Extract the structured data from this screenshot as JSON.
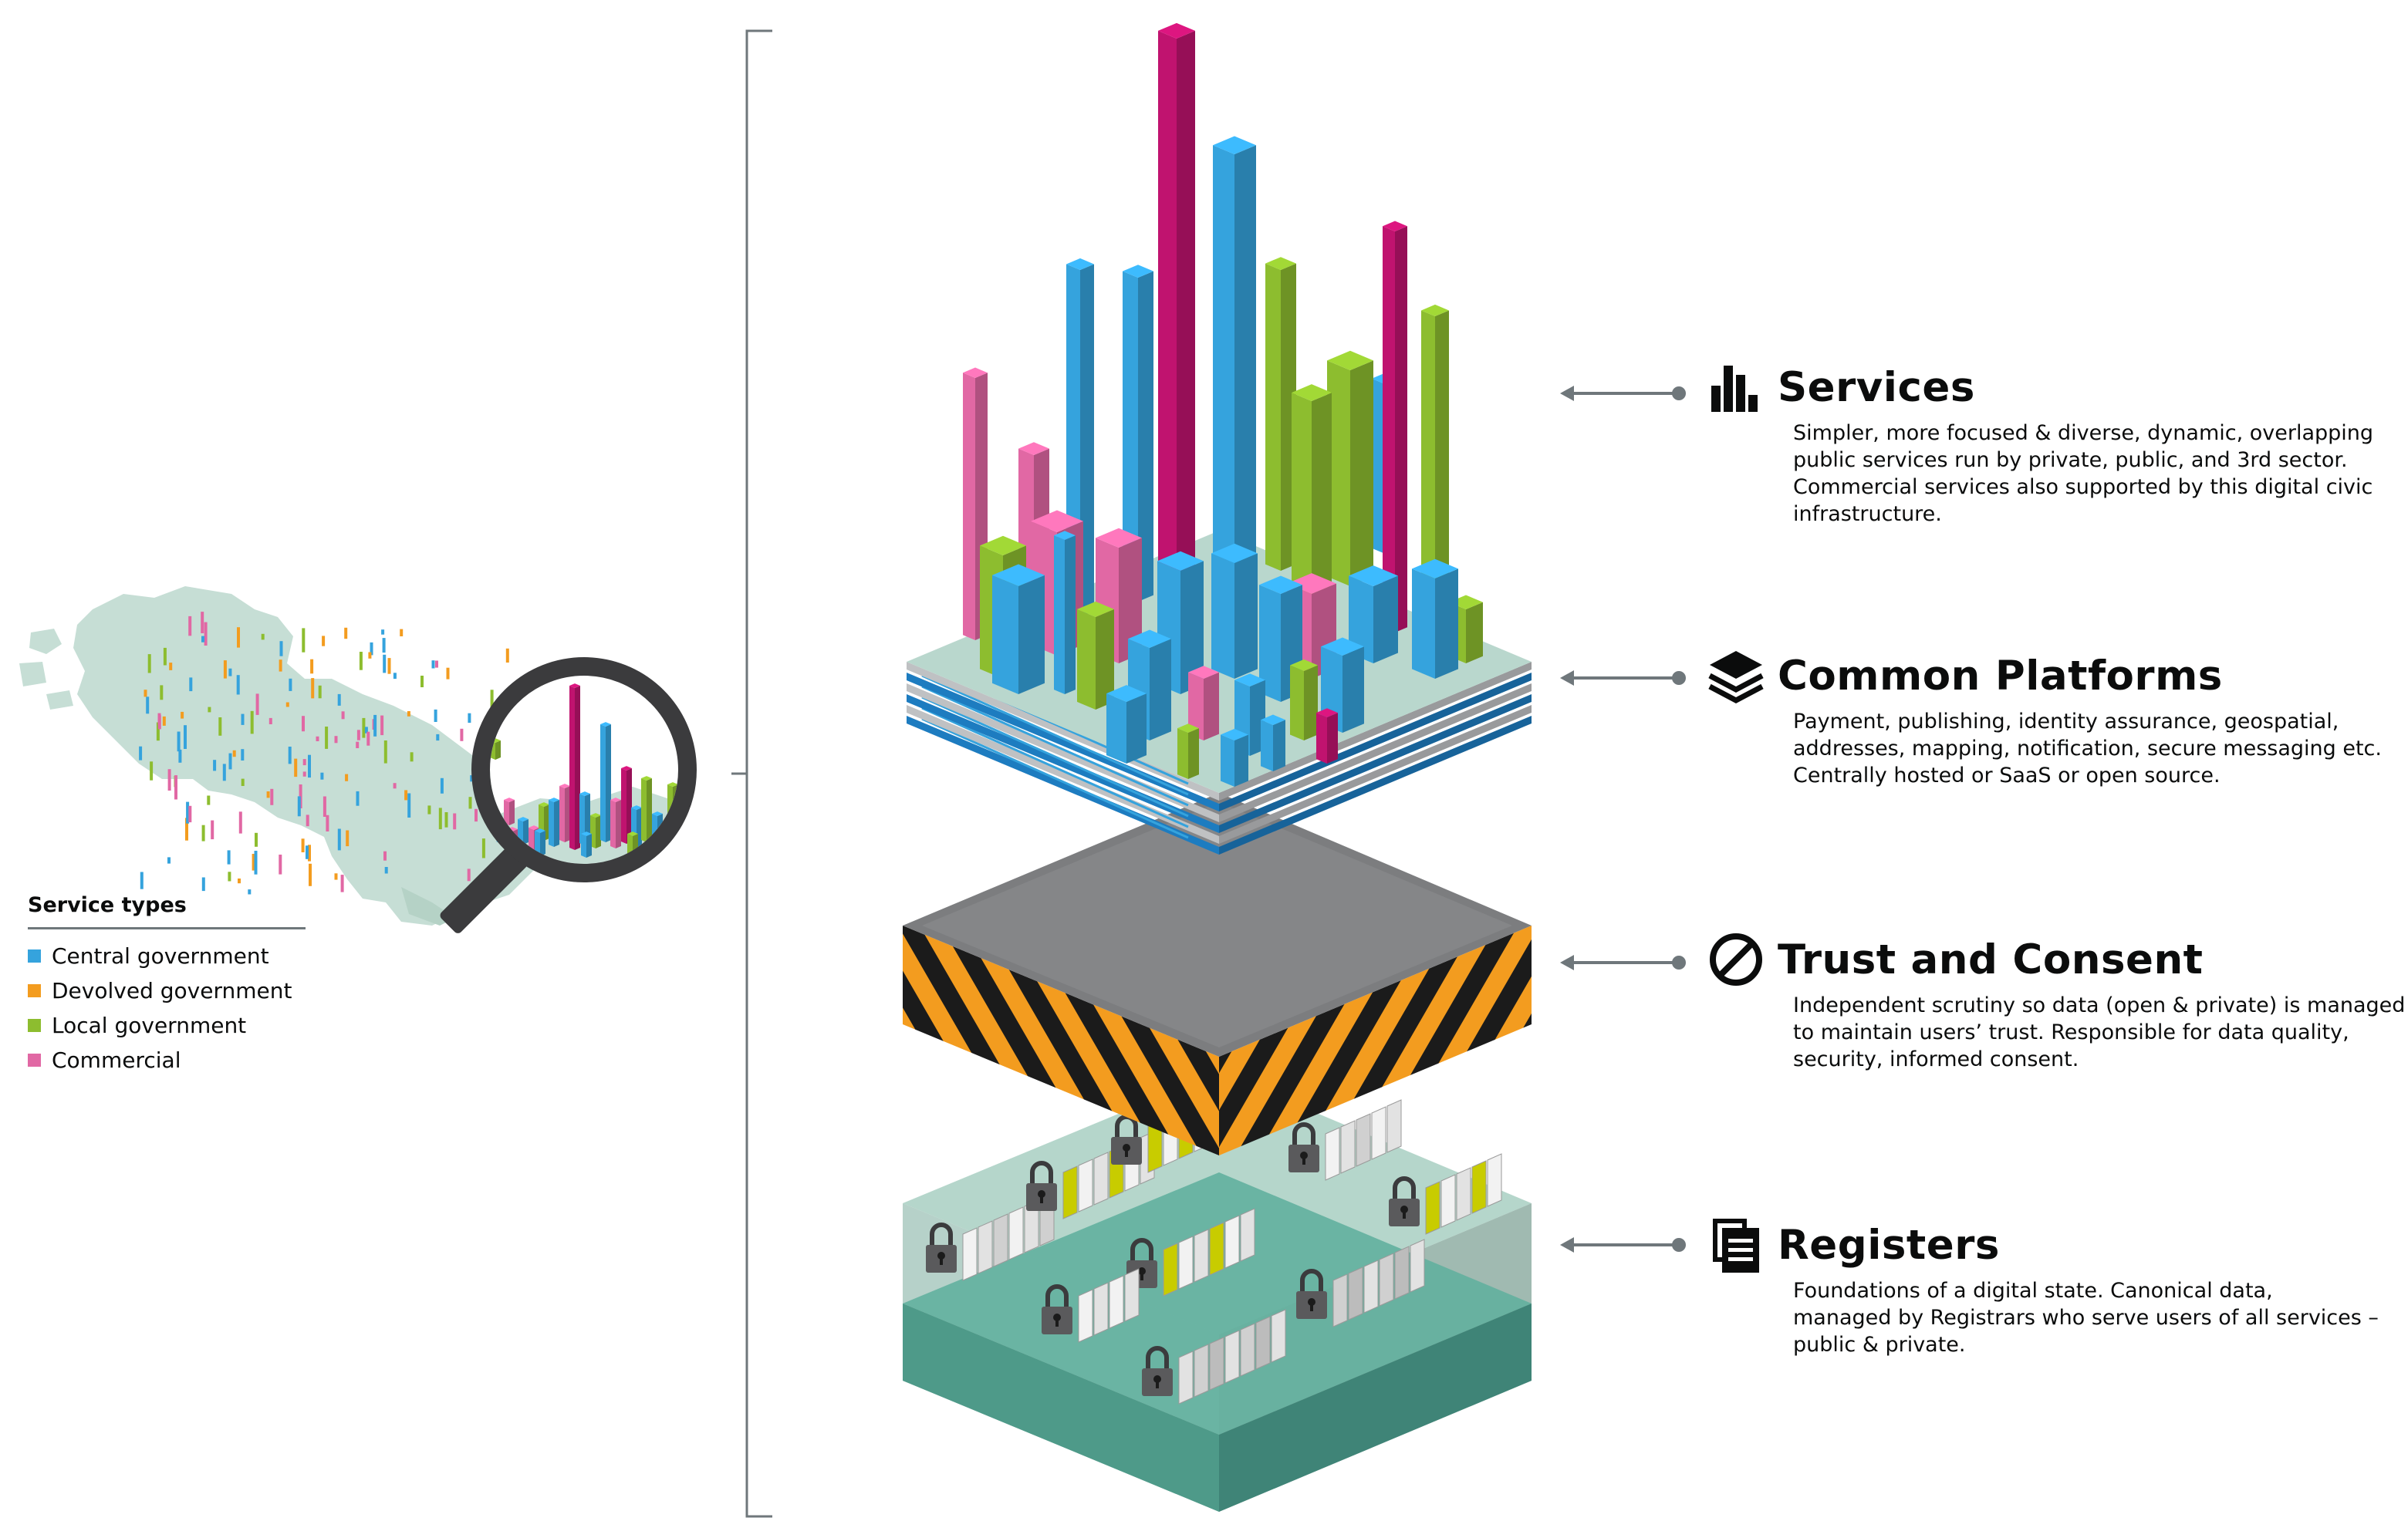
{
  "colors": {
    "central": "#35a3dd",
    "central_dark": "#1d7cc0",
    "devolved": "#f39c1f",
    "local": "#8dbd2f",
    "local_dark": "#69a12b",
    "commercial": "#e168a4",
    "commercial_dark": "#c0136f",
    "mint": "#b9d7cd",
    "teal": "#5da898",
    "grey": "#7c7d7f",
    "dark": "#3a3a3c",
    "yellow": "#c8cc00"
  },
  "legend": {
    "title": "Service types",
    "items": [
      {
        "label": "Central government",
        "color": "#35a3dd"
      },
      {
        "label": "Devolved government",
        "color": "#f39c1f"
      },
      {
        "label": "Local government",
        "color": "#8dbd2f"
      },
      {
        "label": "Commercial",
        "color": "#e168a4"
      }
    ]
  },
  "layers": [
    {
      "title": "Services",
      "icon": "bar-chart-icon",
      "lines": [
        "Simpler, more focused & diverse, dynamic, overlapping",
        "public services run by private, public, and 3rd sector.",
        "Commercial services also supported by this digital civic",
        "infrastructure."
      ]
    },
    {
      "title": "Common Platforms",
      "icon": "stack-layers-icon",
      "lines": [
        "Payment, publishing, identity assurance, geospatial,",
        "addresses, mapping, notification, secure messaging etc.",
        "Centrally hosted or SaaS or open source."
      ]
    },
    {
      "title": "Trust and Consent",
      "icon": "prohibited-icon",
      "lines": [
        "Independent scrutiny so data (open & private) is managed",
        "to maintain users’ trust. Responsible for data quality,",
        "security, informed consent."
      ]
    },
    {
      "title": "Registers",
      "icon": "documents-icon",
      "lines": [
        "Foundations of a digital state. Canonical data,",
        "managed by Registrars who serve users of all services –",
        "public & private."
      ]
    }
  ]
}
